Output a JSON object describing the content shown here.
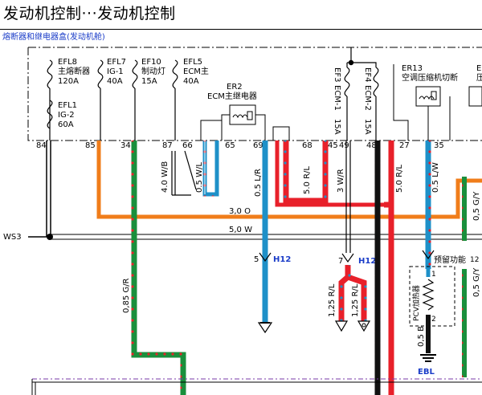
{
  "page": {
    "title": "发动机控制···发动机控制",
    "subtitle": "熔断器和继电器盒(发动机舱)"
  },
  "fuses": [
    {
      "id": "EFL8",
      "name": "主熔断器",
      "rating": "120A"
    },
    {
      "id": "EFL7",
      "name": "IG-1",
      "rating": "40A"
    },
    {
      "id": "EF10",
      "name": "制动灯",
      "rating": "15A"
    },
    {
      "id": "EFL5",
      "name": "ECM主",
      "rating": "40A"
    },
    {
      "id": "EFL1",
      "name": "IG-2",
      "rating": "60A"
    },
    {
      "id": "EF3",
      "name": "ECM-1",
      "rating": "15A"
    },
    {
      "id": "EF4",
      "name": "ECM-2",
      "rating": "15A"
    }
  ],
  "relays": [
    {
      "id": "ER2",
      "name": "ECM主继电器"
    },
    {
      "id": "ER13",
      "name": "空调压缩机切断"
    },
    {
      "partial": "压"
    }
  ],
  "pins": [
    "84",
    "85",
    "34",
    "87",
    "66",
    "65",
    "69",
    "68",
    "45",
    "49",
    "48",
    "27",
    "35"
  ],
  "wires": [
    {
      "label": "4.0 W/B"
    },
    {
      "label": "0.5 W/L"
    },
    {
      "label": "0.5 L/R"
    },
    {
      "label": "5.0 R/L"
    },
    {
      "label": "3 W/R"
    },
    {
      "label": "5.0 R/L"
    },
    {
      "label": "0.5 L/W"
    },
    {
      "label": "3,0 O"
    },
    {
      "label": "5,0 W"
    },
    {
      "label": "0,85 G/R"
    },
    {
      "label": "1,25 R/L"
    },
    {
      "label": "1,25 R/L"
    },
    {
      "label": "0,5 B"
    },
    {
      "label": "0,5 G/Y"
    },
    {
      "label": "0,5 G/Y"
    }
  ],
  "splices": [
    {
      "label": "WS3"
    }
  ],
  "connectors": [
    {
      "pin": "5",
      "name": "H12"
    },
    {
      "pin": "7",
      "name": "H12"
    },
    {
      "pin": "1"
    },
    {
      "pin": "2"
    },
    {
      "pin": "12"
    }
  ],
  "components": {
    "reserved": "预留功能",
    "pcv_heater": "PCV加热器",
    "ground": "EBL"
  },
  "colors": {
    "green": "#1a8f3c",
    "blue": "#1e90c8",
    "red": "#e8202a",
    "orange": "#f07d1a",
    "black": "#111111",
    "label_blue": "#1a3cc8"
  }
}
